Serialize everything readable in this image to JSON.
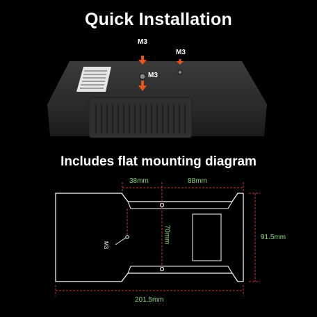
{
  "header": {
    "title": "Quick Installation"
  },
  "product": {
    "screw_labels": [
      "M3",
      "M3",
      "M3"
    ]
  },
  "diagram": {
    "subtitle": "Includes flat mounting diagram",
    "dimensions": {
      "left_offset": "38mm",
      "hole_spacing_horizontal": "88mm",
      "hole_spacing_vertical": "70mm",
      "height": "91.5mm",
      "width": "201.5mm"
    },
    "hole_label": "M3"
  },
  "colors": {
    "background": "#000000",
    "dimension_text": "#8bd17c",
    "dimension_line": "#c0392b",
    "outline": "#ffffff",
    "arrow": "#e8561f"
  }
}
